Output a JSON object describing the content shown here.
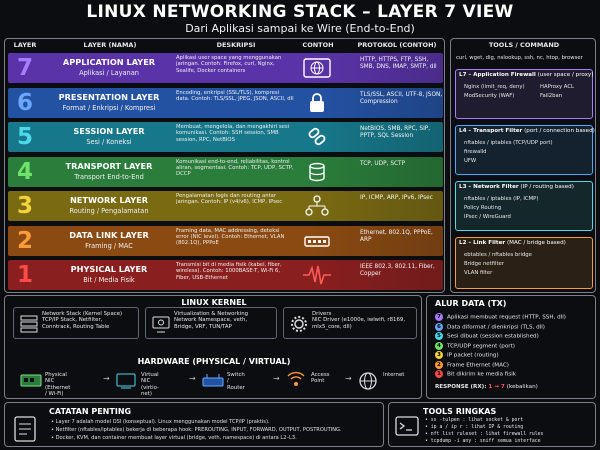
{
  "title": "LINUX NETWORKING STACK – LAYER 7 VIEW",
  "subtitle": "Dari Aplikasi sampai ke Wire (End-to-End)",
  "headers": {
    "layer": "LAYER",
    "name": "LAYER (NAMA)",
    "desc": "DESKRIPSI",
    "example": "CONTOH",
    "protocol": "PROTOKOL (CONTOH)",
    "tools": "TOOLS / COMMAND"
  },
  "layers": [
    {
      "num": "7",
      "name": "APPLICATION LAYER",
      "sub": "Aplikasi / Layanan",
      "desc": "Aplikasi user space yang menggunakan jaringan. Contoh: Firefox, curl, Nginx, Sealife, Docker containers",
      "icon": "globe-icon",
      "protocol": "HTTP, HTTPS, FTP, SSH, SMB, DNS, IMAP, SMTP, dll",
      "color": "#5a33a8",
      "numColor": "#a87cff"
    },
    {
      "num": "6",
      "name": "PRESENTATION LAYER",
      "sub": "Format / Enkripsi / Kompresi",
      "desc": "Encoding, enkripsi (SSL/TLS), kompresi data. Contoh: TLS/SSL, JPEG, JSON, ASCII, dll",
      "icon": "lock-icon",
      "protocol": "TLS/SSL, ASCII, UTF-8, JSON, Compression",
      "color": "#2452a3",
      "numColor": "#6aa8ff"
    },
    {
      "num": "5",
      "name": "SESSION LAYER",
      "sub": "Sesi / Koneksi",
      "desc": "Membuat, mengelola, dan mengakhiri sesi komunikasi. Contoh: SSH session, SMB session, RPC, NetBIOS",
      "icon": "link-icon",
      "protocol": "NetBIOS, SMB, RPC, SIP, PPTP, SQL Session",
      "color": "#16788a",
      "numColor": "#4fd8ec"
    },
    {
      "num": "4",
      "name": "TRANSPORT LAYER",
      "sub": "Transport End-to-End",
      "desc": "Komunikasi end-to-end, reliabilitas, kontrol aliran, segmentasi. Contoh: TCP, UDP, SCTP, DCCP",
      "icon": "database-icon",
      "protocol": "TCP, UDP, SCTP",
      "color": "#2a7d3a",
      "numColor": "#6ee36a"
    },
    {
      "num": "3",
      "name": "NETWORK LAYER",
      "sub": "Routing / Pengalamatan",
      "desc": "Pengalamatan logis dan routing antar jaringan. Contoh: IP (v4/v6), ICMP, IPsec",
      "icon": "network-icon",
      "protocol": "IP, ICMP, ARP, IPv6, IPsec",
      "color": "#7a6a12",
      "numColor": "#f3d23a"
    },
    {
      "num": "2",
      "name": "DATA LINK LAYER",
      "sub": "Framing / MAC",
      "desc": "Framing data, MAC addressing, deteksi error (NIC level). Contoh: Ethernet, VLAN (802.1Q), PPPoE",
      "icon": "switch-icon",
      "protocol": "Ethernet, 802.1Q, PPPoE, ARP",
      "color": "#8a4a12",
      "numColor": "#ff9a3a"
    },
    {
      "num": "1",
      "name": "PHYSICAL LAYER",
      "sub": "Bit / Media Fisik",
      "desc": "Transmisi bit di media fisik (kabel, fiber, wireless). Contoh: 1000BASE-T, Wi-Fi 6, Fiber, USB-Ethernet",
      "icon": "waveform-icon",
      "protocol": "IEEE 802.3, 802.11, Fiber, Copper",
      "color": "#8a1f1f",
      "numColor": "#ff4a4a"
    }
  ],
  "tools": {
    "top": "curl, wget, dig, nslookup, ssh, nc, htop, browser",
    "sections": [
      {
        "title": "L7 – Application Firewall",
        "note": "(user space / proxy)",
        "left": [
          "Nginx (limit_req, deny)",
          "ModSecurity (WAF)"
        ],
        "right": [
          "HAProxy ACL",
          "Fail2ban"
        ],
        "color": "#a87cff"
      },
      {
        "title": "L4 – Transport Filter",
        "note": "(port / connection based)",
        "left": [
          "nftables / iptables (TCP/UDP port)",
          "firewalld",
          "UFW"
        ],
        "right": [],
        "color": "#4fa8ff"
      },
      {
        "title": "L3 – Network Filter",
        "note": "(IP / routing based)",
        "left": [
          "nftables / iptables (IP, ICMP)",
          "Policy Routing",
          "IPsec / WireGuard"
        ],
        "right": [],
        "color": "#4fd8ec"
      },
      {
        "title": "L2 – Link Filter",
        "note": "(MAC / bridge based)",
        "left": [
          "ebtables / nftables bridge",
          "Bridge netfilter",
          "VLAN filter"
        ],
        "right": [],
        "color": "#ff9a3a"
      }
    ]
  },
  "kernel": {
    "title": "LINUX KERNEL",
    "cards": [
      {
        "title": "Network Stack (Kernel Space)",
        "lines": [
          "TCP/IP Stack, Netfilter,",
          "Conntrack, Routing Table"
        ],
        "icon": "stack-icon"
      },
      {
        "title": "Virtualization & Networking",
        "lines": [
          "Network Namespace, veth,",
          "Bridge, VRF, TUN/TAP"
        ],
        "icon": "virtualization-icon"
      },
      {
        "title": "Drivers",
        "lines": [
          "NIC Driver (e1000e, iwlwifi, r8169,",
          "mlx5_core, dll)"
        ],
        "icon": "gear-icon"
      }
    ]
  },
  "hardware": {
    "title": "HARDWARE (PHYSICAL / VIRTUAL)",
    "items": [
      {
        "label": "Physical NIC",
        "sub": "(Ethernet / Wi-Fi)",
        "icon": "nic-icon"
      },
      {
        "label": "Virtual NIC",
        "sub": "(virtio-net)",
        "icon": "virtual-nic-icon"
      },
      {
        "label": "Switch / Router",
        "sub": "",
        "icon": "router-icon"
      },
      {
        "label": "Access",
        "sub": "Point",
        "icon": "access-point-icon"
      },
      {
        "label": "Internet",
        "sub": "",
        "icon": "internet-globe-icon"
      }
    ]
  },
  "flow": {
    "title": "ALUR DATA (TX)",
    "items": [
      {
        "n": "7",
        "text": "Aplikasi membuat request (HTTP, SSH, dll)",
        "color": "#a87cff"
      },
      {
        "n": "6",
        "text": "Data diformat / dienkripsi (TLS, dll)",
        "color": "#6aa8ff"
      },
      {
        "n": "5",
        "text": "Sesi dibuat (session established)",
        "color": "#4fd8ec"
      },
      {
        "n": "4",
        "text": "TCP/UDP segment (port)",
        "color": "#6ee36a"
      },
      {
        "n": "3",
        "text": "IP packet (routing)",
        "color": "#f3d23a"
      },
      {
        "n": "2",
        "text": "Frame Ethernet (MAC)",
        "color": "#ff9a3a"
      },
      {
        "n": "1",
        "text": "Bit dikirim ke media fisik",
        "color": "#ff4a4a"
      }
    ],
    "response_label": "RESPONSE (RX):",
    "response_value": "1 → 7",
    "response_note": "(kebalikan)"
  },
  "notes": {
    "title": "CATATAN PENTING",
    "items": [
      "• Layer 7 adalah model OSI (konseptual). Linux menggunakan model TCP/IP (praktis).",
      "• Netfilter (nftables/iptables) bekerja di beberapa hook: PREROUTING, INPUT, FORWARD, OUTPUT, POSTROUTING.",
      "• Docker, KVM, dan container membuat layer virtual (bridge, veth, namespace) di antara L2–L3."
    ]
  },
  "commands": {
    "title": "TOOLS RINGKAS",
    "items": [
      "• ss -tulpen      : lihat socket & port",
      "• ip a / ip r     : lihat IP & routing",
      "• nft list ruleset : lihat firewall rules",
      "• tcpdump -i any  : sniff semua interface"
    ]
  }
}
